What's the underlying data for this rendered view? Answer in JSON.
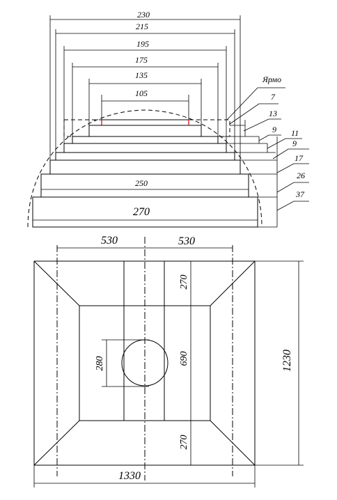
{
  "top_view": {
    "step_widths": {
      "w230": "230",
      "w215": "215",
      "w195": "195",
      "w175": "175",
      "w135": "135",
      "w105": "105",
      "w250": "250",
      "w270": "270"
    },
    "leaders": {
      "yarmo": "Ярмо",
      "h7": "7",
      "h13": "13",
      "h9a": "9",
      "h11": "11",
      "h9b": "9",
      "h17": "17",
      "h26": "26",
      "h37": "37"
    }
  },
  "plan_view": {
    "dim_left": "530",
    "dim_right": "530",
    "dim_top_270": "270",
    "dim_690": "690",
    "dim_bottom_270": "270",
    "dim_280": "280",
    "dim_1230": "1230",
    "dim_1330": "1330"
  }
}
